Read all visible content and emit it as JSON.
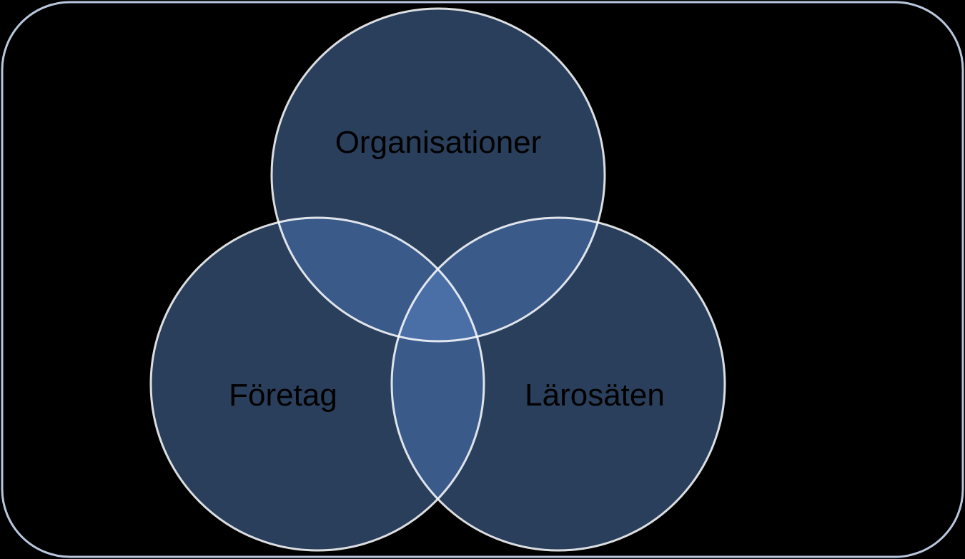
{
  "diagram": {
    "type": "venn",
    "sets": [
      {
        "label": "Organisationer"
      },
      {
        "label": "Företag"
      },
      {
        "label": "Lärosäten"
      }
    ]
  },
  "colors": {
    "background": "#000000",
    "frame_stroke": "#b8c7dc",
    "circle_fill": "#293f5c",
    "circle_stroke": "#ffffff",
    "pair_overlap_fill": "#3a5a8a",
    "triple_overlap_fill": "#4a6fa6",
    "label_text": "#000000"
  }
}
